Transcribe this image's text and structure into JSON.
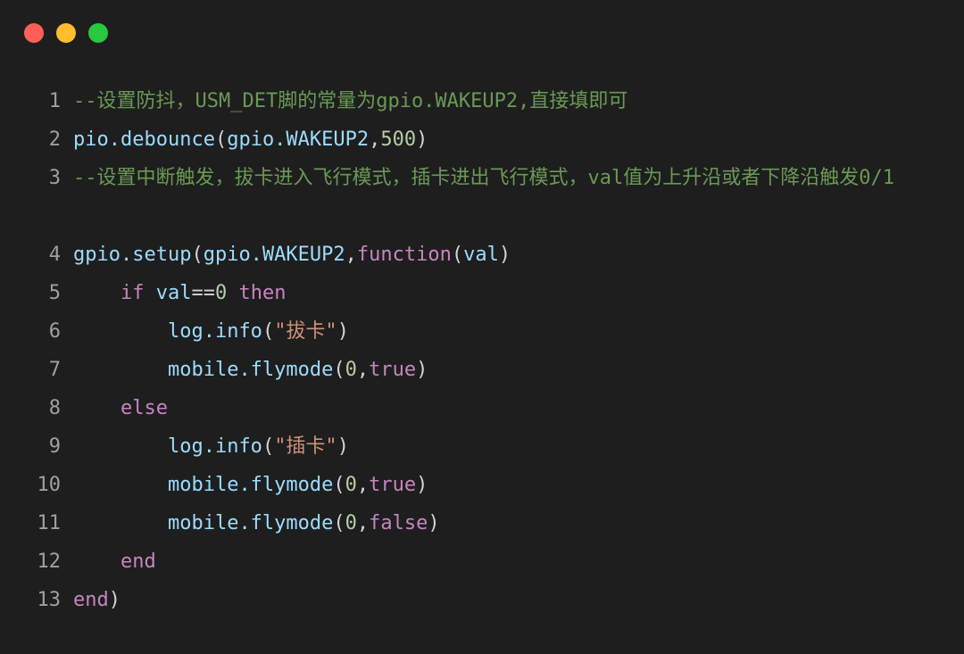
{
  "window": {
    "controls": [
      {
        "name": "close-button",
        "color": "#ff5f57"
      },
      {
        "name": "minimize-button",
        "color": "#febc2e"
      },
      {
        "name": "zoom-button",
        "color": "#28c840"
      }
    ]
  },
  "colors": {
    "background": "#1e1e1e",
    "comment": "#6a9955",
    "function": "#9cdcfe",
    "keyword": "#c586c0",
    "string": "#ce9178",
    "number": "#b5cea8",
    "punctuation": "#d4d4d4",
    "line_number": "#a0a0a0"
  },
  "code": {
    "lines": [
      {
        "n": "1",
        "wrap": false,
        "tokens": [
          {
            "t": "comment",
            "v": "--设置防抖，USM_DET脚的常量为gpio.WAKEUP2,直接填即可"
          }
        ]
      },
      {
        "n": "2",
        "wrap": false,
        "tokens": [
          {
            "t": "fn",
            "v": "pio.debounce"
          },
          {
            "t": "punc",
            "v": "("
          },
          {
            "t": "fn",
            "v": "gpio.WAKEUP2"
          },
          {
            "t": "punc",
            "v": ","
          },
          {
            "t": "num",
            "v": "500"
          },
          {
            "t": "punc",
            "v": ")"
          }
        ]
      },
      {
        "n": "3",
        "wrap": true,
        "tokens": [
          {
            "t": "comment",
            "v": "--设置中断触发，拔卡进入飞行模式，插卡进出飞行模式，val值为上升沿或者下降沿触发0/1"
          }
        ]
      },
      {
        "n": "4",
        "wrap": false,
        "tokens": [
          {
            "t": "fn",
            "v": "gpio.setup"
          },
          {
            "t": "punc",
            "v": "("
          },
          {
            "t": "fn",
            "v": "gpio.WAKEUP2"
          },
          {
            "t": "punc",
            "v": ","
          },
          {
            "t": "kw",
            "v": "function"
          },
          {
            "t": "punc",
            "v": "("
          },
          {
            "t": "fn",
            "v": "val"
          },
          {
            "t": "punc",
            "v": ")"
          }
        ]
      },
      {
        "n": "5",
        "wrap": false,
        "tokens": [
          {
            "t": "plain",
            "v": "    "
          },
          {
            "t": "kw",
            "v": "if"
          },
          {
            "t": "plain",
            "v": " "
          },
          {
            "t": "fn",
            "v": "val"
          },
          {
            "t": "punc",
            "v": "=="
          },
          {
            "t": "num",
            "v": "0"
          },
          {
            "t": "plain",
            "v": " "
          },
          {
            "t": "kw",
            "v": "then"
          }
        ]
      },
      {
        "n": "6",
        "wrap": false,
        "tokens": [
          {
            "t": "plain",
            "v": "        "
          },
          {
            "t": "fn",
            "v": "log.info"
          },
          {
            "t": "punc",
            "v": "("
          },
          {
            "t": "str",
            "v": "\"拔卡\""
          },
          {
            "t": "punc",
            "v": ")"
          }
        ]
      },
      {
        "n": "7",
        "wrap": false,
        "tokens": [
          {
            "t": "plain",
            "v": "        "
          },
          {
            "t": "fn",
            "v": "mobile.flymode"
          },
          {
            "t": "punc",
            "v": "("
          },
          {
            "t": "num",
            "v": "0"
          },
          {
            "t": "punc",
            "v": ","
          },
          {
            "t": "kw",
            "v": "true"
          },
          {
            "t": "punc",
            "v": ")"
          }
        ]
      },
      {
        "n": "8",
        "wrap": false,
        "tokens": [
          {
            "t": "plain",
            "v": "    "
          },
          {
            "t": "kw",
            "v": "else"
          }
        ]
      },
      {
        "n": "9",
        "wrap": false,
        "tokens": [
          {
            "t": "plain",
            "v": "        "
          },
          {
            "t": "fn",
            "v": "log.info"
          },
          {
            "t": "punc",
            "v": "("
          },
          {
            "t": "str",
            "v": "\"插卡\""
          },
          {
            "t": "punc",
            "v": ")"
          }
        ]
      },
      {
        "n": "10",
        "wrap": false,
        "tokens": [
          {
            "t": "plain",
            "v": "        "
          },
          {
            "t": "fn",
            "v": "mobile.flymode"
          },
          {
            "t": "punc",
            "v": "("
          },
          {
            "t": "num",
            "v": "0"
          },
          {
            "t": "punc",
            "v": ","
          },
          {
            "t": "kw",
            "v": "true"
          },
          {
            "t": "punc",
            "v": ")"
          }
        ]
      },
      {
        "n": "11",
        "wrap": false,
        "tokens": [
          {
            "t": "plain",
            "v": "        "
          },
          {
            "t": "fn",
            "v": "mobile.flymode"
          },
          {
            "t": "punc",
            "v": "("
          },
          {
            "t": "num",
            "v": "0"
          },
          {
            "t": "punc",
            "v": ","
          },
          {
            "t": "kw",
            "v": "false"
          },
          {
            "t": "punc",
            "v": ")"
          }
        ]
      },
      {
        "n": "12",
        "wrap": false,
        "tokens": [
          {
            "t": "plain",
            "v": "    "
          },
          {
            "t": "kw",
            "v": "end"
          }
        ]
      },
      {
        "n": "13",
        "wrap": false,
        "tokens": [
          {
            "t": "kw",
            "v": "end"
          },
          {
            "t": "punc",
            "v": ")"
          }
        ]
      }
    ]
  }
}
